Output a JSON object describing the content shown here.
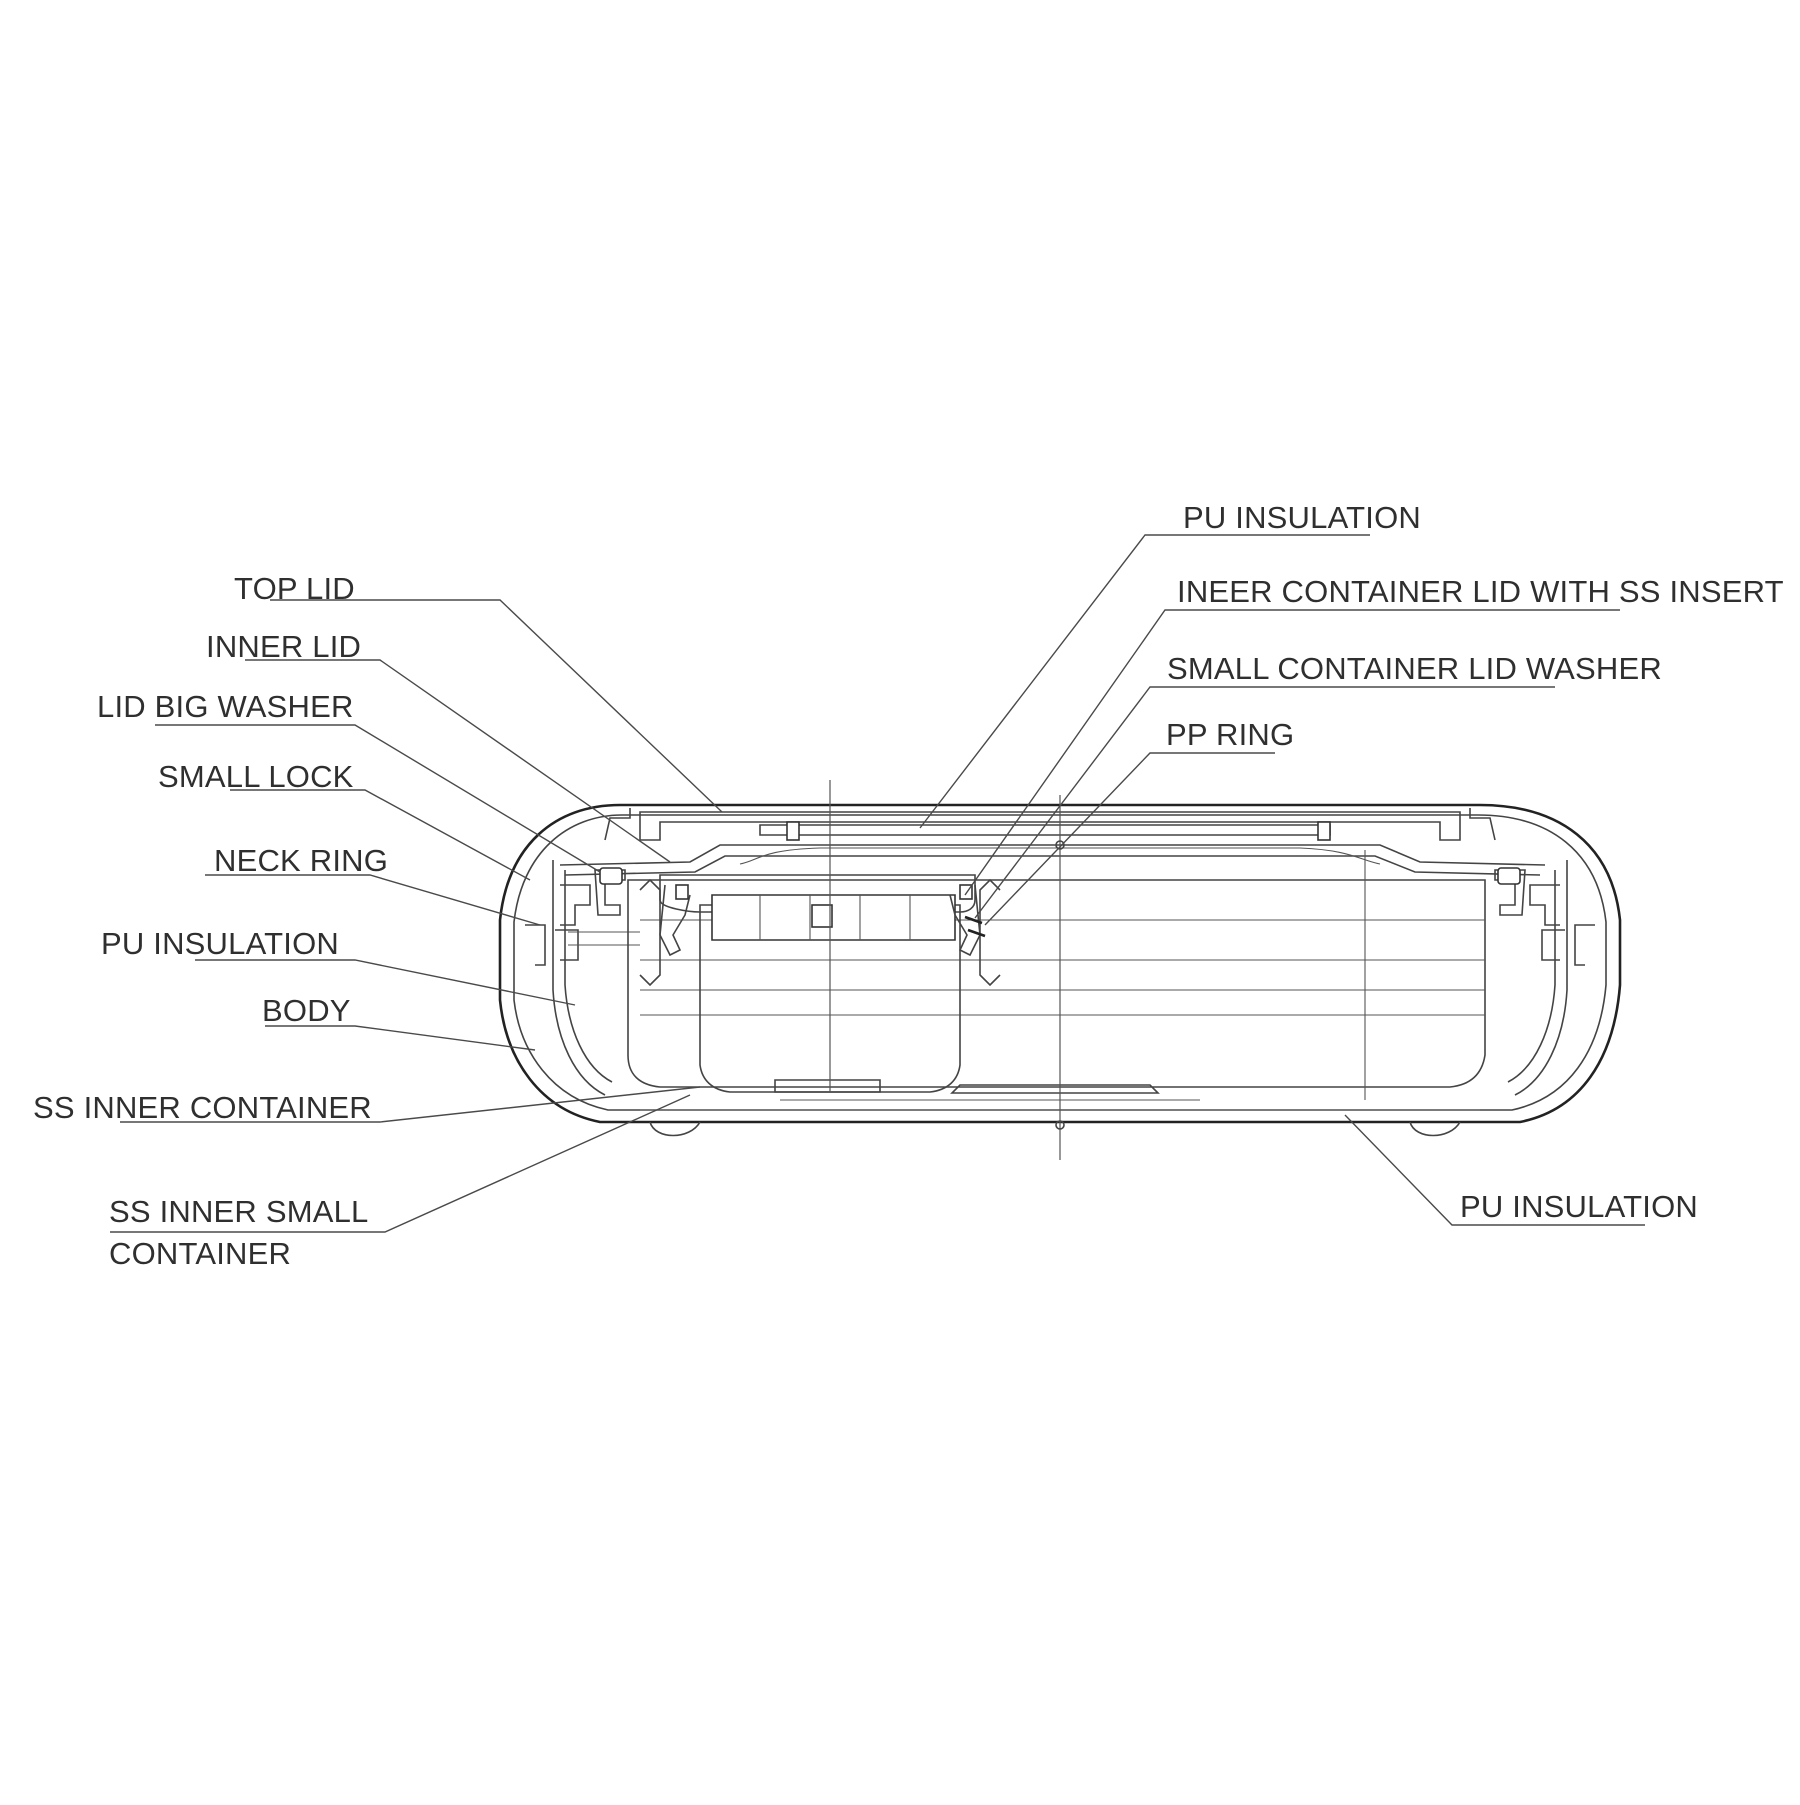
{
  "diagram": {
    "labels": {
      "top_lid": "TOP LID",
      "inner_lid": "INNER LID",
      "lid_big_washer": "LID BIG WASHER",
      "small_lock": "SMALL LOCK",
      "neck_ring": "NECK RING",
      "pu_insulation_left": "PU INSULATION",
      "body": "BODY",
      "ss_inner_container": "SS INNER CONTAINER",
      "ss_inner_small_container_line1": "SS INNER SMALL",
      "ss_inner_small_container_line2": "CONTAINER",
      "pu_insulation_top": "PU INSULATION",
      "inner_container_lid": "INEER CONTAINER LID WITH SS INSERT",
      "small_container_lid_washer": "SMALL CONTAINER LID  WASHER",
      "pp_ring": "PP RING",
      "pu_insulation_bottom": "PU INSULATION"
    }
  }
}
